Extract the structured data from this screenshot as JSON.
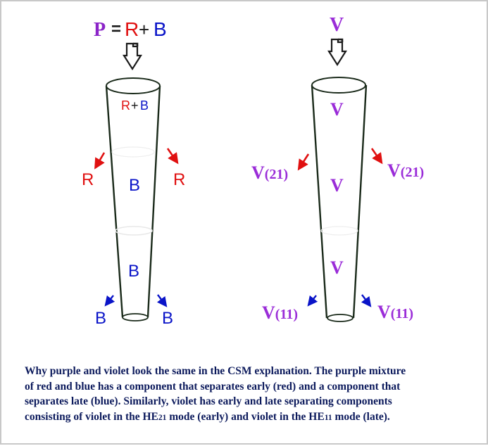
{
  "colors": {
    "purple": "#8b24c8",
    "red": "#e01010",
    "blue": "#0a14c8",
    "violet": "#9a2cd8",
    "caption": "#0c1a5c",
    "cone": "#1a2a1a"
  },
  "left_diagram": {
    "title": {
      "p": "P",
      "eq": "=",
      "r": "R",
      "plus": "+",
      "b": "B"
    },
    "arrow_icon": "down-arrow",
    "inner": {
      "r": "R",
      "plus": "+",
      "b": "B"
    },
    "early_left": "R",
    "early_right": "R",
    "mid_b1": "B",
    "mid_b2": "B",
    "late_left": "B",
    "late_right": "B"
  },
  "right_diagram": {
    "title": "V",
    "arrow_icon": "down-arrow",
    "inner_v1": "V",
    "inner_v2": "V",
    "inner_v3": "V",
    "early_left": {
      "v": "V",
      "mode": "(21)"
    },
    "early_right": {
      "v": "V",
      "mode": "(21)"
    },
    "late_left": {
      "v": "V",
      "mode": "(11)"
    },
    "late_right": {
      "v": "V",
      "mode": "(11)"
    }
  },
  "caption": {
    "line1": "Why purple and violet look the same in the CSM explanation.  The purple mixture",
    "line2": "of red and blue has a component that separates early (red) and a component that",
    "line3": "separates late (blue).  Similarly, violet has early and late separating components",
    "line4_a": "consisting of violet in the HE",
    "line4_sub1": "21",
    "line4_b": " mode (early) and violet in the HE",
    "line4_sub2": "11",
    "line4_c": " mode (late)."
  }
}
